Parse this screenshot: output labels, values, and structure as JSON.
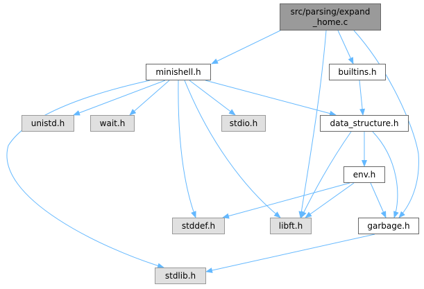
{
  "colors": {
    "edge": "#63b8ff",
    "root_fill": "#9a9a9a",
    "external_fill": "#e0e0e0"
  },
  "nodes": {
    "root": {
      "line1": "src/parsing/expand",
      "line2": "_home.c"
    },
    "minishell_h": "minishell.h",
    "builtins_h": "builtins.h",
    "unistd_h": "unistd.h",
    "wait_h": "wait.h",
    "stdio_h": "stdio.h",
    "data_structure_h": "data_structure.h",
    "env_h": "env.h",
    "stddef_h": "stddef.h",
    "libft_h": "libft.h",
    "garbage_h": "garbage.h",
    "stdlib_h": "stdlib.h"
  },
  "edges": [
    [
      "root",
      "minishell_h"
    ],
    [
      "root",
      "builtins_h"
    ],
    [
      "root",
      "libft_h"
    ],
    [
      "root",
      "garbage_h"
    ],
    [
      "minishell_h",
      "unistd_h"
    ],
    [
      "minishell_h",
      "wait_h"
    ],
    [
      "minishell_h",
      "stdio_h"
    ],
    [
      "minishell_h",
      "data_structure_h"
    ],
    [
      "minishell_h",
      "stddef_h"
    ],
    [
      "minishell_h",
      "libft_h"
    ],
    [
      "minishell_h",
      "stdlib_h"
    ],
    [
      "builtins_h",
      "data_structure_h"
    ],
    [
      "data_structure_h",
      "env_h"
    ],
    [
      "data_structure_h",
      "libft_h"
    ],
    [
      "data_structure_h",
      "garbage_h"
    ],
    [
      "env_h",
      "stddef_h"
    ],
    [
      "env_h",
      "libft_h"
    ],
    [
      "env_h",
      "garbage_h"
    ],
    [
      "garbage_h",
      "stdlib_h"
    ]
  ]
}
